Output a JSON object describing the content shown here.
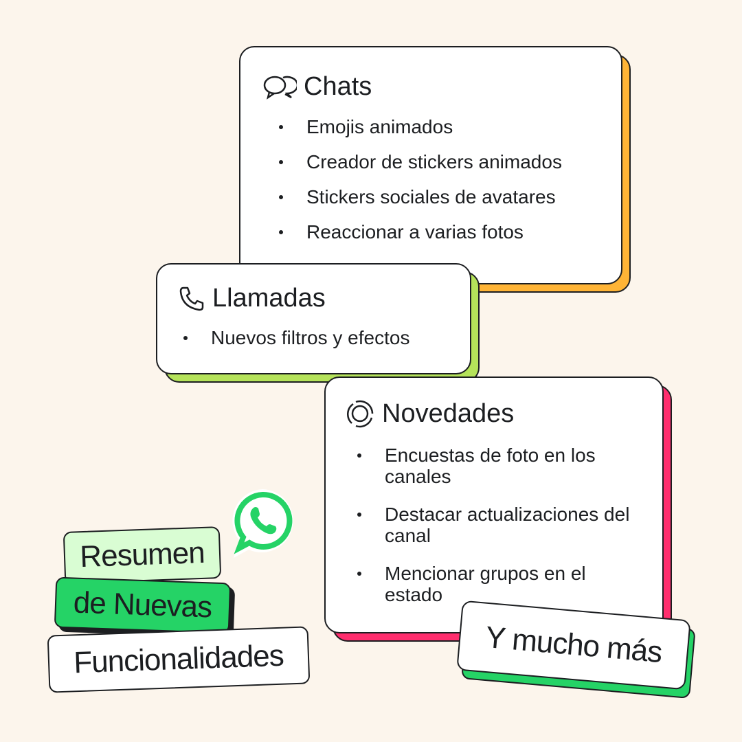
{
  "colors": {
    "background": "#fcf5ec",
    "chats_accent": "#ffb436",
    "calls_accent": "#b5e35a",
    "updates_accent": "#ff2e6e",
    "green": "#25d366",
    "light_green": "#d9fdd3"
  },
  "chats": {
    "icon": "chat-bubbles-icon",
    "title": "Chats",
    "items": [
      "Emojis animados",
      "Creador de stickers animados",
      "Stickers sociales de avatares",
      "Reaccionar a varias fotos"
    ]
  },
  "calls": {
    "icon": "phone-icon",
    "title": "Llamadas",
    "items": [
      "Nuevos filtros y efectos"
    ]
  },
  "updates": {
    "icon": "updates-icon",
    "title": "Novedades",
    "items": [
      "Encuestas de foto en los canales",
      "Destacar actualizaciones del canal",
      "Mencionar grupos en el estado"
    ]
  },
  "more": "Y mucho más",
  "heading": {
    "line1": "Resumen",
    "line2": "de Nuevas",
    "line3": "Funcionalidades"
  },
  "logo": "WhatsApp"
}
